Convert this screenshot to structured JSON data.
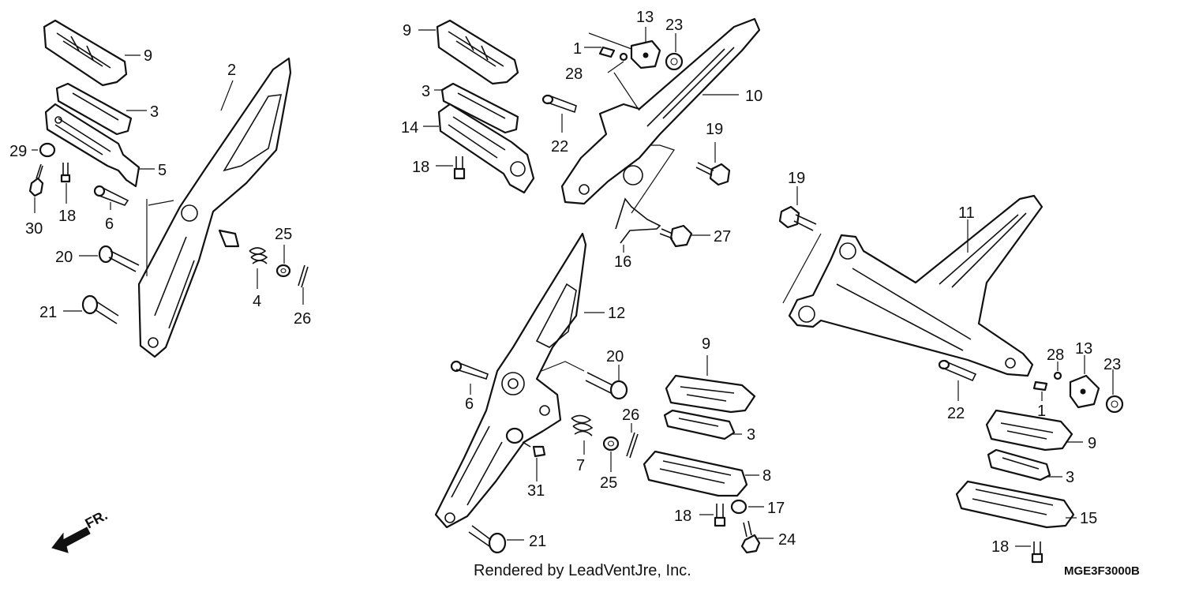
{
  "callouts": {
    "l_9": "9",
    "l_3": "3",
    "l_2": "2",
    "l_5": "5",
    "l_29": "29",
    "l_30": "30",
    "l_18": "18",
    "l_6": "6",
    "l_20": "20",
    "l_21": "21",
    "l_25": "25",
    "l_4": "4",
    "l_26": "26",
    "m_9": "9",
    "m_3": "3",
    "m_14": "14",
    "m_18": "18",
    "m_1": "1",
    "m_13": "13",
    "m_23": "23",
    "m_28": "28",
    "m_10": "10",
    "m_22": "22",
    "m_19": "19",
    "m_16": "16",
    "m_27": "27",
    "m_12": "12",
    "m_20": "20",
    "m_6": "6",
    "m_26": "26",
    "m_7": "7",
    "m_25": "25",
    "m_31": "31",
    "m_9b": "9",
    "m_3b": "3",
    "m_8": "8",
    "m_18b": "18",
    "m_17": "17",
    "m_24": "24",
    "m_21": "21",
    "r_19": "19",
    "r_11": "11",
    "r_28": "28",
    "r_13": "13",
    "r_23": "23",
    "r_22": "22",
    "r_1": "1",
    "r_9": "9",
    "r_3": "3",
    "r_15": "15",
    "r_18": "18"
  },
  "direction_label": "FR.",
  "footer": {
    "credit": "Rendered by LeadVentJre, Inc.",
    "code": "MGE3F3000B"
  }
}
